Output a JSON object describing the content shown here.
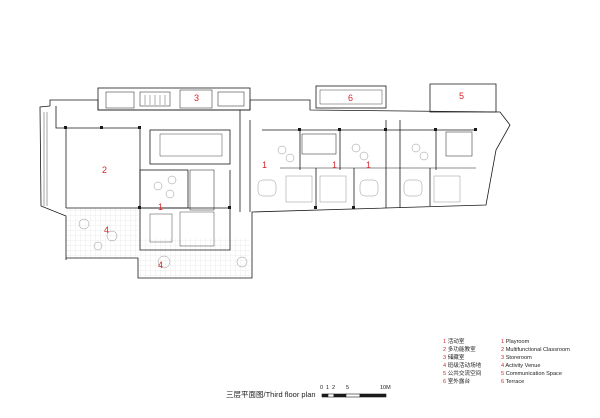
{
  "drawing": {
    "title": "三层平面图/Third  floor plan",
    "scale": {
      "ticks": [
        "0",
        "1",
        "2",
        "5",
        "10M"
      ]
    }
  },
  "room_labels": [
    {
      "id": "r2",
      "text": "2"
    },
    {
      "id": "r1a",
      "text": "1"
    },
    {
      "id": "r1b",
      "text": "1"
    },
    {
      "id": "r1c",
      "text": "1"
    },
    {
      "id": "r1d",
      "text": "1"
    },
    {
      "id": "r3",
      "text": "3"
    },
    {
      "id": "r4a",
      "text": "4"
    },
    {
      "id": "r4b",
      "text": "4"
    },
    {
      "id": "r5",
      "text": "5"
    },
    {
      "id": "r6",
      "text": "6"
    }
  ],
  "legend": {
    "items": [
      {
        "num": "1",
        "cn": "活动室",
        "en": "Playroom"
      },
      {
        "num": "2",
        "cn": "多功能教室",
        "en": "Multifunctional Classroom"
      },
      {
        "num": "3",
        "cn": "储藏室",
        "en": "Storeroom"
      },
      {
        "num": "4",
        "cn": "班级活动场地",
        "en": "Activity Venue"
      },
      {
        "num": "5",
        "cn": "公共交流空间",
        "en": "Communication Space"
      },
      {
        "num": "6",
        "cn": "室外露台",
        "en": "Terrace"
      }
    ]
  },
  "colors": {
    "label": "#d8232a",
    "line": "#1a1a1a",
    "hatch": "#cfcfcf"
  }
}
